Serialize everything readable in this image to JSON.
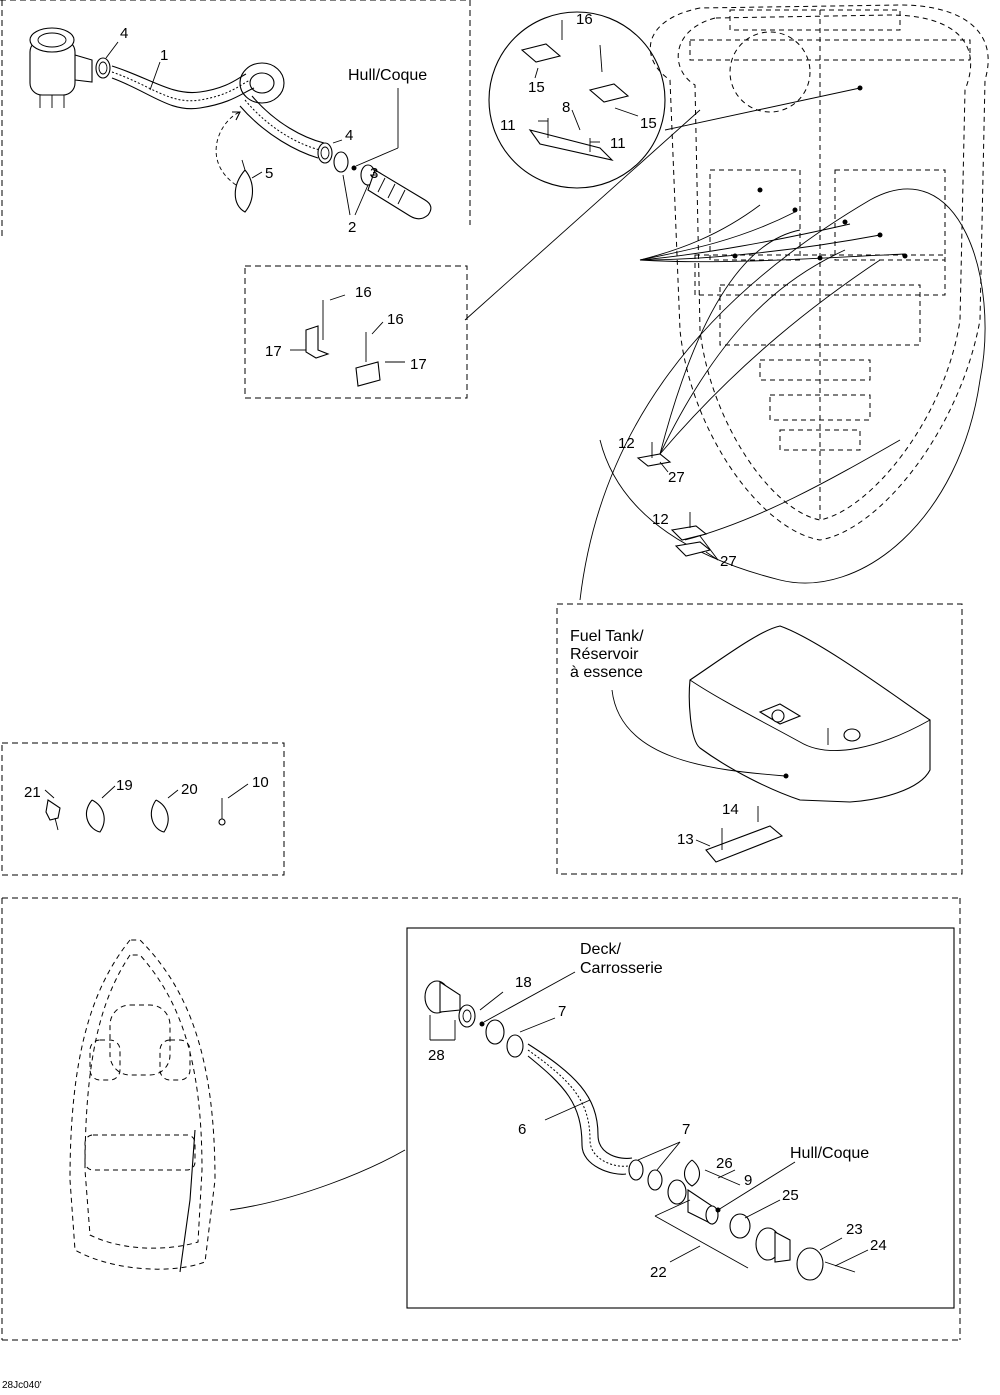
{
  "labels": {
    "hull_top": "Hull/Coque",
    "fuel_tank_1": "Fuel Tank/",
    "fuel_tank_2": "Réservoir",
    "fuel_tank_3": "à essence",
    "deck_1": "Deck/",
    "deck_2": "Carrosserie",
    "hull_bottom": "Hull/Coque",
    "ref_code": "28Jc040'"
  },
  "callouts": {
    "c1": "1",
    "c2": "2",
    "c3": "3",
    "c4a": "4",
    "c4b": "4",
    "c5": "5",
    "c6": "6",
    "c7a": "7",
    "c7b": "7",
    "c8": "8",
    "c9": "9",
    "c10": "10",
    "c11a": "11",
    "c11b": "11",
    "c12a": "12",
    "c12b": "12",
    "c13": "13",
    "c14": "14",
    "c15a": "15",
    "c15b": "15",
    "c16a": "16",
    "c16b": "16",
    "c16c": "16",
    "c17a": "17",
    "c17b": "17",
    "c18": "18",
    "c19": "19",
    "c20": "20",
    "c21": "21",
    "c22": "22",
    "c23": "23",
    "c24": "24",
    "c25": "25",
    "c26": "26",
    "c27a": "27",
    "c27b": "27",
    "c28": "28"
  }
}
